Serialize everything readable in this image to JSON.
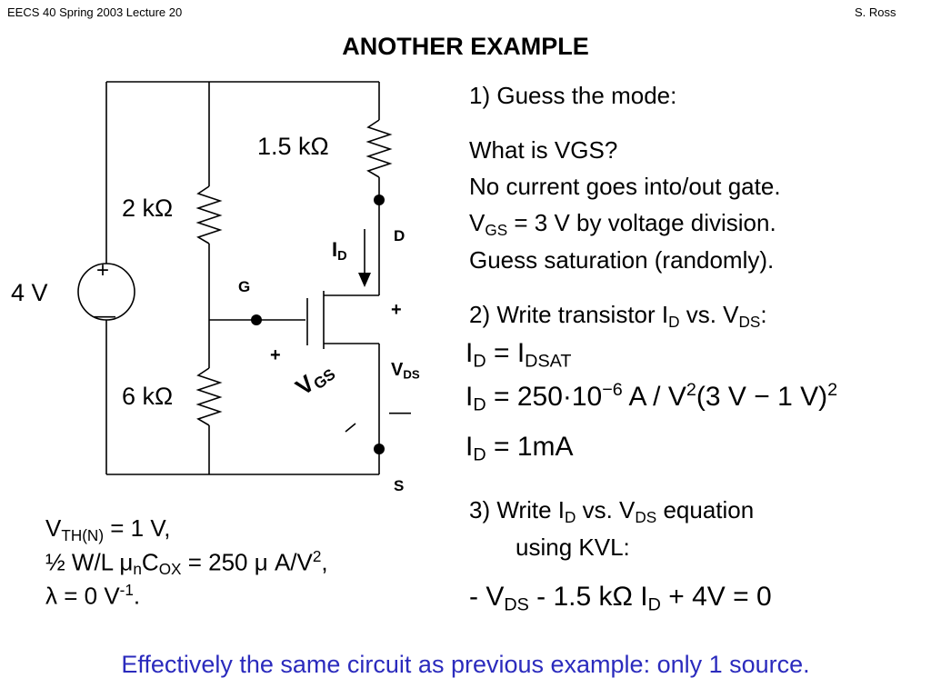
{
  "header": {
    "course": "EECS 40 Spring 2003  Lecture 20",
    "author": "S. Ross"
  },
  "title": "ANOTHER EXAMPLE",
  "circuit": {
    "r_top_right": "1.5 kΩ",
    "r_top_left": "2 kΩ",
    "r_bottom_left": "6 kΩ",
    "source_value": "4 V",
    "source_plus": "+",
    "source_minus": "—",
    "id_label": "I",
    "id_sub": "D",
    "node_d": "D",
    "node_g": "G",
    "node_s": "S",
    "vds_plus": "+",
    "vds_label": "V",
    "vds_sub": "DS",
    "vds_minus": "—",
    "vgs_label": "V",
    "vgs_sub": "GS",
    "vgs_plus": "+",
    "vgs_minus": "–"
  },
  "params": {
    "vth_v": "V",
    "vth_sub": "TH(N)",
    "vth_rest": " = 1 V,",
    "wl_pre": "½ W/L ",
    "wl_mu": "μ",
    "wl_n": "n",
    "wl_c": "C",
    "wl_ox": "OX",
    "wl_mid": " = 250 ",
    "wl_mu2": "μ",
    "wl_unit": " A/V",
    "wl_exp": "2",
    "wl_end": ",",
    "lambda_pre": "λ = 0 V",
    "lambda_exp": "-1",
    "lambda_end": "."
  },
  "steps": {
    "s1": "1)  Guess the mode:",
    "q1": "What is VGS?",
    "q2": "No current goes into/out gate.",
    "q3_v": "V",
    "q3_sub": "GS",
    "q3_rest": " = 3 V by voltage division.",
    "q4": "Guess saturation (randomly).",
    "s2_pre": "2)  Write transistor I",
    "s2_sub1": "D",
    "s2_mid": " vs. V",
    "s2_sub2": "DS",
    "s2_end": ":",
    "eq1_i": "I",
    "eq1_sub": "D",
    "eq1_rest": " = I",
    "eq1_sub2": "DSAT",
    "eq2_i": "I",
    "eq2_sub": "D",
    "eq2_a": " = 250·10",
    "eq2_exp": "−6",
    "eq2_b": " A / V",
    "eq2_exp2": "2",
    "eq2_c": "(3 V − 1 V)",
    "eq2_exp3": "2",
    "eq3_i": "I",
    "eq3_sub": "D",
    "eq3_rest": " = 1mA",
    "s3_pre": "3)  Write I",
    "s3_sub1": "D",
    "s3_mid": " vs. V",
    "s3_sub2": "DS",
    "s3_end": " equation",
    "s3_line2": "using KVL:",
    "kvl_a": "- V",
    "kvl_sub": "DS",
    "kvl_b": " - 1.5 kΩ I",
    "kvl_sub2": "D",
    "kvl_c": " + 4V = 0"
  },
  "footer": "Effectively the same circuit as previous example: only 1 source."
}
